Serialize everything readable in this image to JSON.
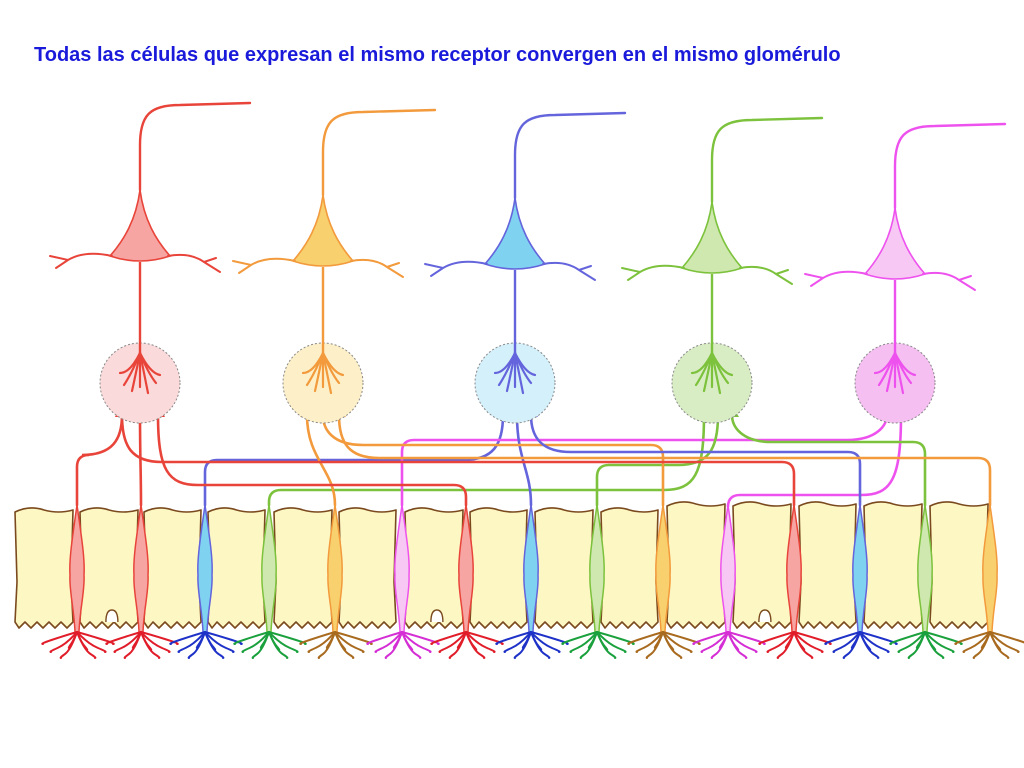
{
  "title": "Todas las células que expresan el mismo receptor convergen en el mismo glomérulo",
  "colors": {
    "title": "#1a1adb",
    "epithelium_fill": "#fdf7c4",
    "epithelium_stroke": "#7a4a1e",
    "glomerulus_border": "#888888"
  },
  "receptor_types": [
    {
      "id": "red",
      "line": "#e8443a",
      "body": "#f6a5a2",
      "glom": "#fadada",
      "cilia": "#e11d2a"
    },
    {
      "id": "orange",
      "line": "#f29a3c",
      "body": "#f8d06e",
      "glom": "#fdf0c8",
      "cilia": "#a86a1e"
    },
    {
      "id": "blue",
      "line": "#6464dc",
      "body": "#7fd3f0",
      "glom": "#d4f0fb",
      "cilia": "#1e32c8"
    },
    {
      "id": "green",
      "line": "#7cc23c",
      "body": "#cfe8b0",
      "glom": "#d9edc4",
      "cilia": "#1aa03c"
    },
    {
      "id": "pink",
      "line": "#ee52ee",
      "body": "#f8c8f4",
      "glom": "#f6bff2",
      "cilia": "#d42ed4"
    }
  ],
  "neuron_order": [
    "red",
    "red",
    "blue",
    "green",
    "orange",
    "pink",
    "red",
    "blue",
    "green",
    "orange",
    "pink",
    "red",
    "blue",
    "green",
    "orange",
    "pink"
  ]
}
